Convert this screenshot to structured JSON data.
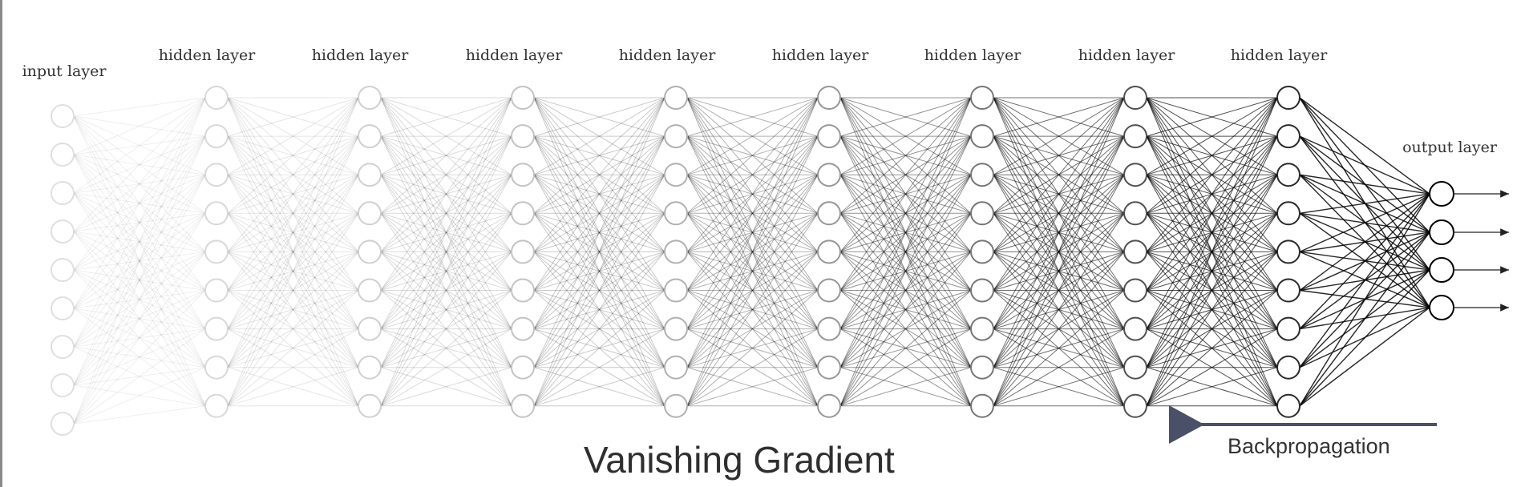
{
  "layers": [
    {
      "label": "input layer",
      "nodes": 9,
      "strength": 0.05
    },
    {
      "label": "hidden layer",
      "nodes": 9,
      "strength": 0.08
    },
    {
      "label": "hidden layer",
      "nodes": 9,
      "strength": 0.12
    },
    {
      "label": "hidden layer",
      "nodes": 9,
      "strength": 0.17
    },
    {
      "label": "hidden layer",
      "nodes": 9,
      "strength": 0.25
    },
    {
      "label": "hidden layer",
      "nodes": 9,
      "strength": 0.36
    },
    {
      "label": "hidden layer",
      "nodes": 9,
      "strength": 0.5
    },
    {
      "label": "hidden layer",
      "nodes": 9,
      "strength": 0.66
    },
    {
      "label": "hidden layer",
      "nodes": 9,
      "strength": 0.82
    },
    {
      "label": "output layer",
      "nodes": 4,
      "strength": 1.0
    }
  ],
  "caption": "Vanishing Gradient",
  "backprop_label": "Backpropagation",
  "colors": {
    "edge": "#000000",
    "node_stroke": "#000000",
    "arrow": "#4a5068",
    "background": "#ffffff"
  }
}
